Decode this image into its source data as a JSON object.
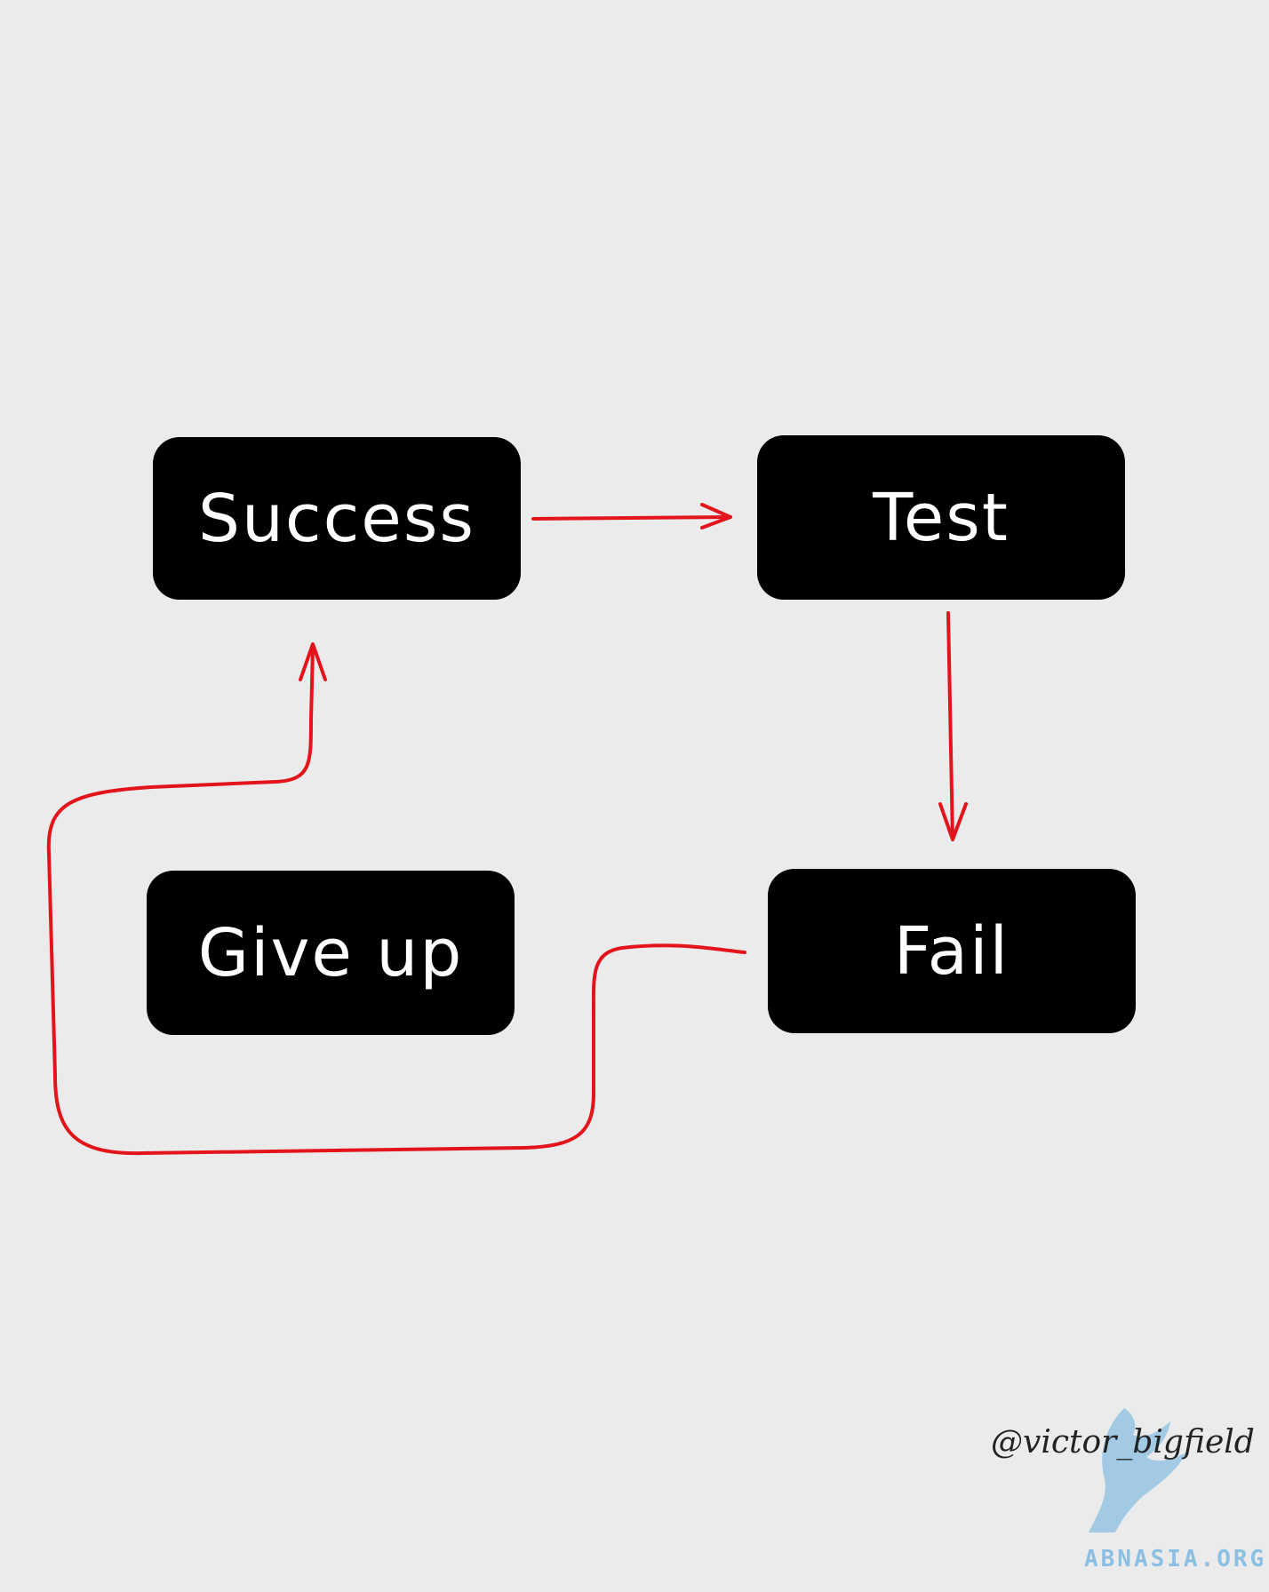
{
  "nodes": {
    "success": "Success",
    "test": "Test",
    "give_up": "Give up",
    "fail": "Fail"
  },
  "credit": "@victor_bigfield",
  "watermark": "ABNASIA.ORG",
  "colors": {
    "background": "#ebebeb",
    "box": "#000000",
    "box_text": "#ffffff",
    "arrow": "#e3141c",
    "watermark": "#8bbfe3"
  }
}
